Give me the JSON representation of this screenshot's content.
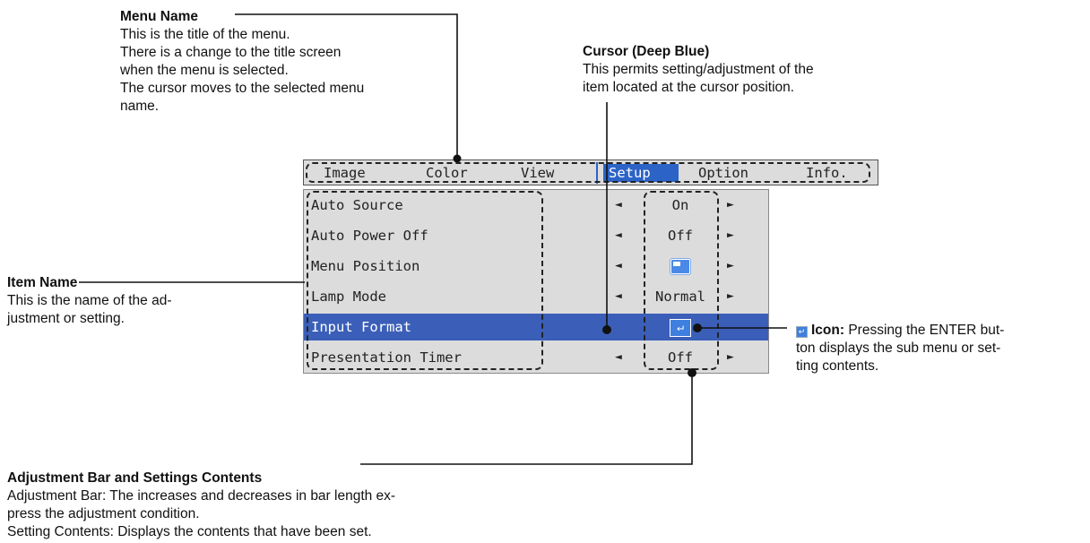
{
  "callouts": {
    "menu_name": {
      "title": "Menu Name",
      "lines": [
        "This is the title of the menu.",
        "There is a change to the title screen",
        "when the menu is selected.",
        "The cursor moves to the selected menu",
        "name."
      ]
    },
    "cursor": {
      "title": "Cursor (Deep Blue)",
      "lines": [
        "This permits setting/adjustment of the",
        "item located at the cursor position."
      ]
    },
    "item_name": {
      "title": "Item Name",
      "lines": [
        "This is the name of the ad-",
        "justment or setting."
      ]
    },
    "icon": {
      "title": "Icon:",
      "text": "Pressing the ENTER but-",
      "lines": [
        "ton displays the sub menu or set-",
        "ting contents."
      ]
    },
    "adjustment": {
      "title": "Adjustment Bar and Settings Contents",
      "lines": [
        "Adjustment Bar: The increases and decreases in bar length ex-",
        "press the adjustment condition.",
        "Setting Contents: Displays the contents that have been set."
      ]
    }
  },
  "menu": {
    "tabs": [
      "Image",
      "Color",
      "View",
      "Setup",
      "Option",
      "Info."
    ],
    "selected_tab": "Setup",
    "rows": [
      {
        "name": "Auto Source",
        "value": "On",
        "arrows": true
      },
      {
        "name": "Auto Power Off",
        "value": "Off",
        "arrows": true
      },
      {
        "name": "Menu Position",
        "value_icon": "monitor-position-icon",
        "arrows": true
      },
      {
        "name": "Lamp Mode",
        "value": "Normal",
        "arrows": true
      },
      {
        "name": "Input Format",
        "value_icon": "enter-icon",
        "arrows": false,
        "selected": true
      },
      {
        "name": "Presentation Timer",
        "value": "Off",
        "arrows": true
      }
    ],
    "arrow_left": "◄",
    "arrow_right": "►",
    "enter_glyph": "↵"
  },
  "colors": {
    "cursor_blue": "#3b5fb8",
    "tab_blue": "#2c63c7",
    "menu_bg": "#dcdcdc"
  }
}
